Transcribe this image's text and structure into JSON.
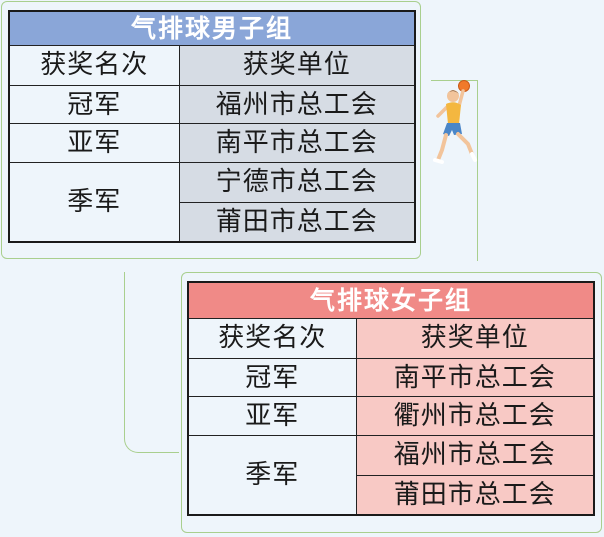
{
  "men": {
    "title": "气排球男子组",
    "header": {
      "rank": "获奖名次",
      "unit": "获奖单位"
    },
    "champion": {
      "rank": "冠军",
      "unit": "福州市总工会"
    },
    "runner_up": {
      "rank": "亚军",
      "unit": "南平市总工会"
    },
    "third": {
      "rank": "季军",
      "units": [
        "宁德市总工会",
        "莆田市总工会"
      ]
    }
  },
  "women": {
    "title": "气排球女子组",
    "header": {
      "rank": "获奖名次",
      "unit": "获奖单位"
    },
    "champion": {
      "rank": "冠军",
      "unit": "南平市总工会"
    },
    "runner_up": {
      "rank": "亚军",
      "unit": "衢州市总工会"
    },
    "third": {
      "rank": "季军",
      "units": [
        "福州市总工会",
        "莆田市总工会"
      ]
    }
  },
  "colors": {
    "men_header": "#8aa6d8",
    "men_unit_bg": "#d6dce4",
    "women_header": "#f08a87",
    "women_unit_bg": "#f8c9c5",
    "connector": "#a9cf8e",
    "background": "#eef5fb"
  },
  "icons": {
    "player": "volleyball-player-icon"
  }
}
